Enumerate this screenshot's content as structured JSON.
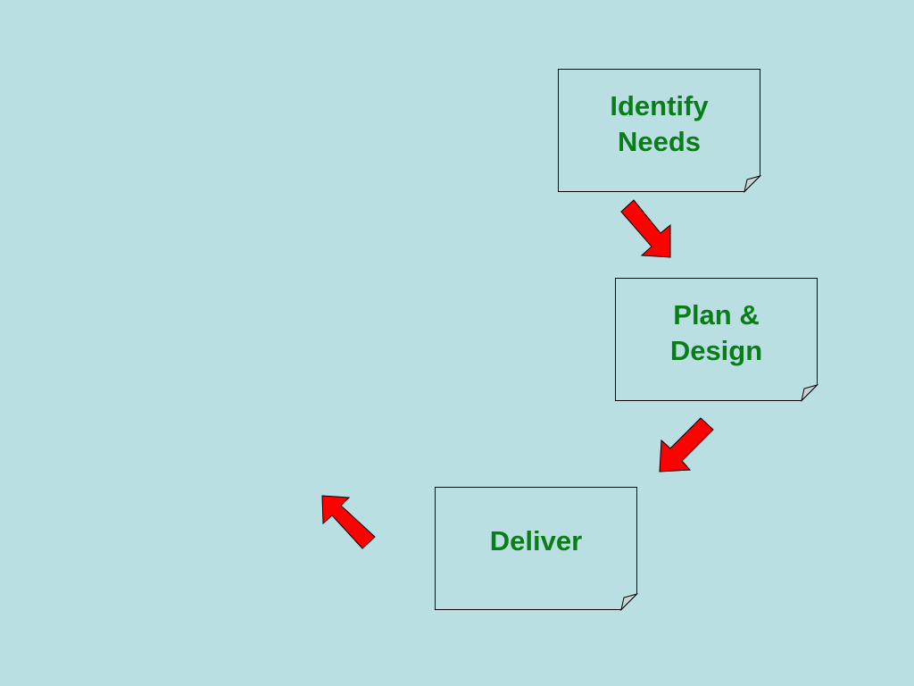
{
  "diagram": {
    "steps": [
      {
        "id": "identify",
        "lines": [
          "Identify",
          "Needs"
        ]
      },
      {
        "id": "plan",
        "lines": [
          "Plan &",
          "Design"
        ]
      },
      {
        "id": "deliver",
        "lines": [
          "Deliver"
        ]
      }
    ]
  },
  "colors": {
    "background": "#b9dfe3",
    "note_text": "#0a7d19",
    "arrow_fill": "#ff0000"
  }
}
